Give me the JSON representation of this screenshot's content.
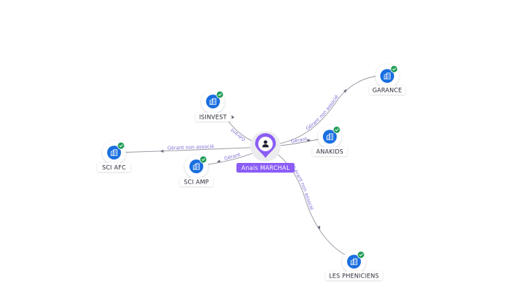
{
  "center": {
    "name": "Anais MARCHAL",
    "icon": "person-icon",
    "color": "#8b5cf6"
  },
  "colors": {
    "company": "#1a6fe0",
    "check": "#1f9d55",
    "edge_label": "#7b6fd6"
  },
  "nodes": [
    {
      "id": "isinvest",
      "label": "ISINVEST",
      "icon": "company-building-icon",
      "verified": true,
      "relation": "Gérant"
    },
    {
      "id": "garance",
      "label": "GARANCE",
      "icon": "company-building-icon",
      "verified": true,
      "relation": "Gérant non associé"
    },
    {
      "id": "anakids",
      "label": "ANAKIDS",
      "icon": "company-building-icon",
      "verified": true,
      "relation": "Gérant"
    },
    {
      "id": "sci-afc",
      "label": "SCI AFC",
      "icon": "company-building-icon",
      "verified": true,
      "relation": "Gérant non associé"
    },
    {
      "id": "sci-amp",
      "label": "SCI AMP",
      "icon": "company-building-icon",
      "verified": true,
      "relation": "Gérant"
    },
    {
      "id": "les-pheniciens",
      "label": "LES PHENICIENS",
      "icon": "company-building-icon",
      "verified": true,
      "relation": "Gérant non associé"
    }
  ]
}
